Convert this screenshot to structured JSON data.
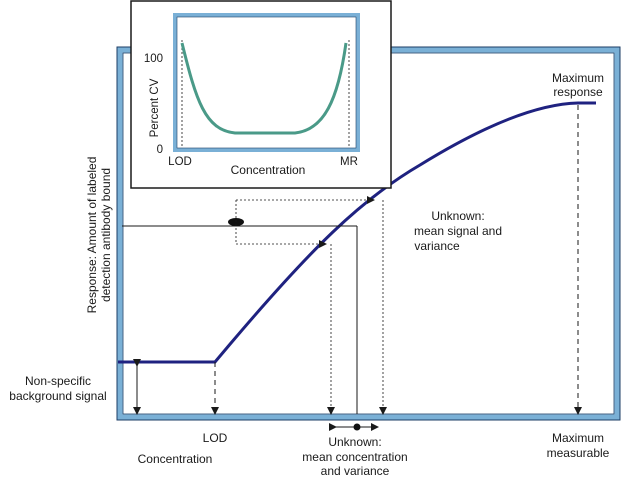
{
  "colors": {
    "frame": "#7ab0d6",
    "frame_border": "#1c3e66",
    "main_curve": "#1f2280",
    "inset_curve": "#4a9a88",
    "inset_plot_border": "#7ab0d6",
    "text": "#1a1a1a"
  },
  "main_panel": {
    "y_axis_label_line1": "Response: Amount of labeled",
    "y_axis_label_line2": "detection antibody bound",
    "max_response_line1": "Maximum",
    "max_response_line2": "response",
    "unknown_signal_line1": "Unknown:",
    "unknown_signal_line2": "mean signal and",
    "unknown_signal_line3": "variance",
    "background_line1": "Non-specific",
    "background_line2": "background signal",
    "x_lod": "LOD",
    "x_concentration": "Concentration",
    "unknown_conc_line1": "Unknown:",
    "unknown_conc_line2": "mean concentration",
    "unknown_conc_line3": "and variance",
    "max_measurable_line1": "Maximum",
    "max_measurable_line2": "measurable"
  },
  "inset_panel": {
    "y_label": "Percent CV",
    "y_tick_100": "100",
    "y_tick_0": "0",
    "x_left": "LOD",
    "x_label": "Concentration",
    "x_right": "MR"
  }
}
